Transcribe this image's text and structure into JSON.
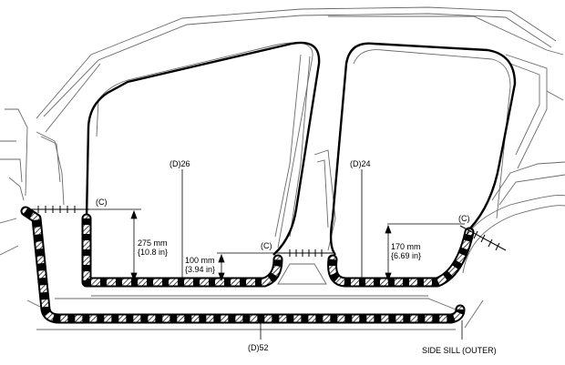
{
  "labels": {
    "c_left": "(C)",
    "c_middle": "(C)",
    "c_right": "(C)",
    "d26": "(D)26",
    "d24": "(D)24",
    "d52": "(D)52",
    "side_sill": "SIDE SILL (OUTER)"
  },
  "dimensions": {
    "front": {
      "mm": "275 mm",
      "in": "{10.8 in}"
    },
    "center": {
      "mm": "100 mm",
      "in": "{3.94 in}"
    },
    "rear": {
      "mm": "170 mm",
      "in": "{6.69 in}"
    }
  },
  "colors": {
    "line": "#000000",
    "thin_line": "#6a6a6a",
    "background": "#ffffff"
  }
}
